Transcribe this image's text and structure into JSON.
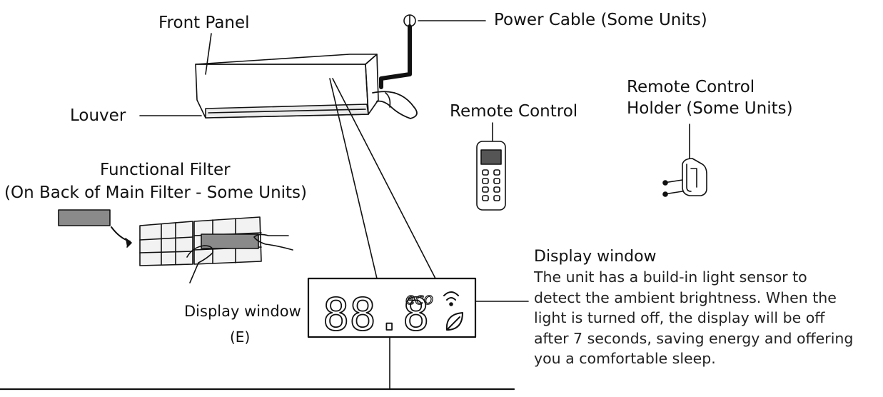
{
  "labels": {
    "front_panel": "Front Panel",
    "power_cable": "Power Cable (Some Units)",
    "louver": "Louver",
    "remote_control": "Remote Control",
    "remote_holder_line1": "Remote Control",
    "remote_holder_line2": "Holder (Some Units)",
    "functional_filter_line1": "Functional Filter",
    "functional_filter_line2": "(On Back of Main Filter - Some Units)",
    "display_window": "Display window",
    "display_window_code": "(E)"
  },
  "display_panel": {
    "digits": "88.8",
    "eco": "eco",
    "wifi_icon": "wifi-icon",
    "leaf_icon": "leaf-icon"
  },
  "description": {
    "title": "Display window",
    "lines": [
      "The unit has a build-in light sensor to",
      "detect the ambient brightness. When the",
      "light is turned off, the display will be off",
      "after 7 seconds, saving energy and offering",
      "you a comfortable sleep."
    ]
  },
  "colors": {
    "line": "#111111",
    "filter_fill": "#8a8a8a",
    "panel_shade": "#e6e6e6"
  }
}
